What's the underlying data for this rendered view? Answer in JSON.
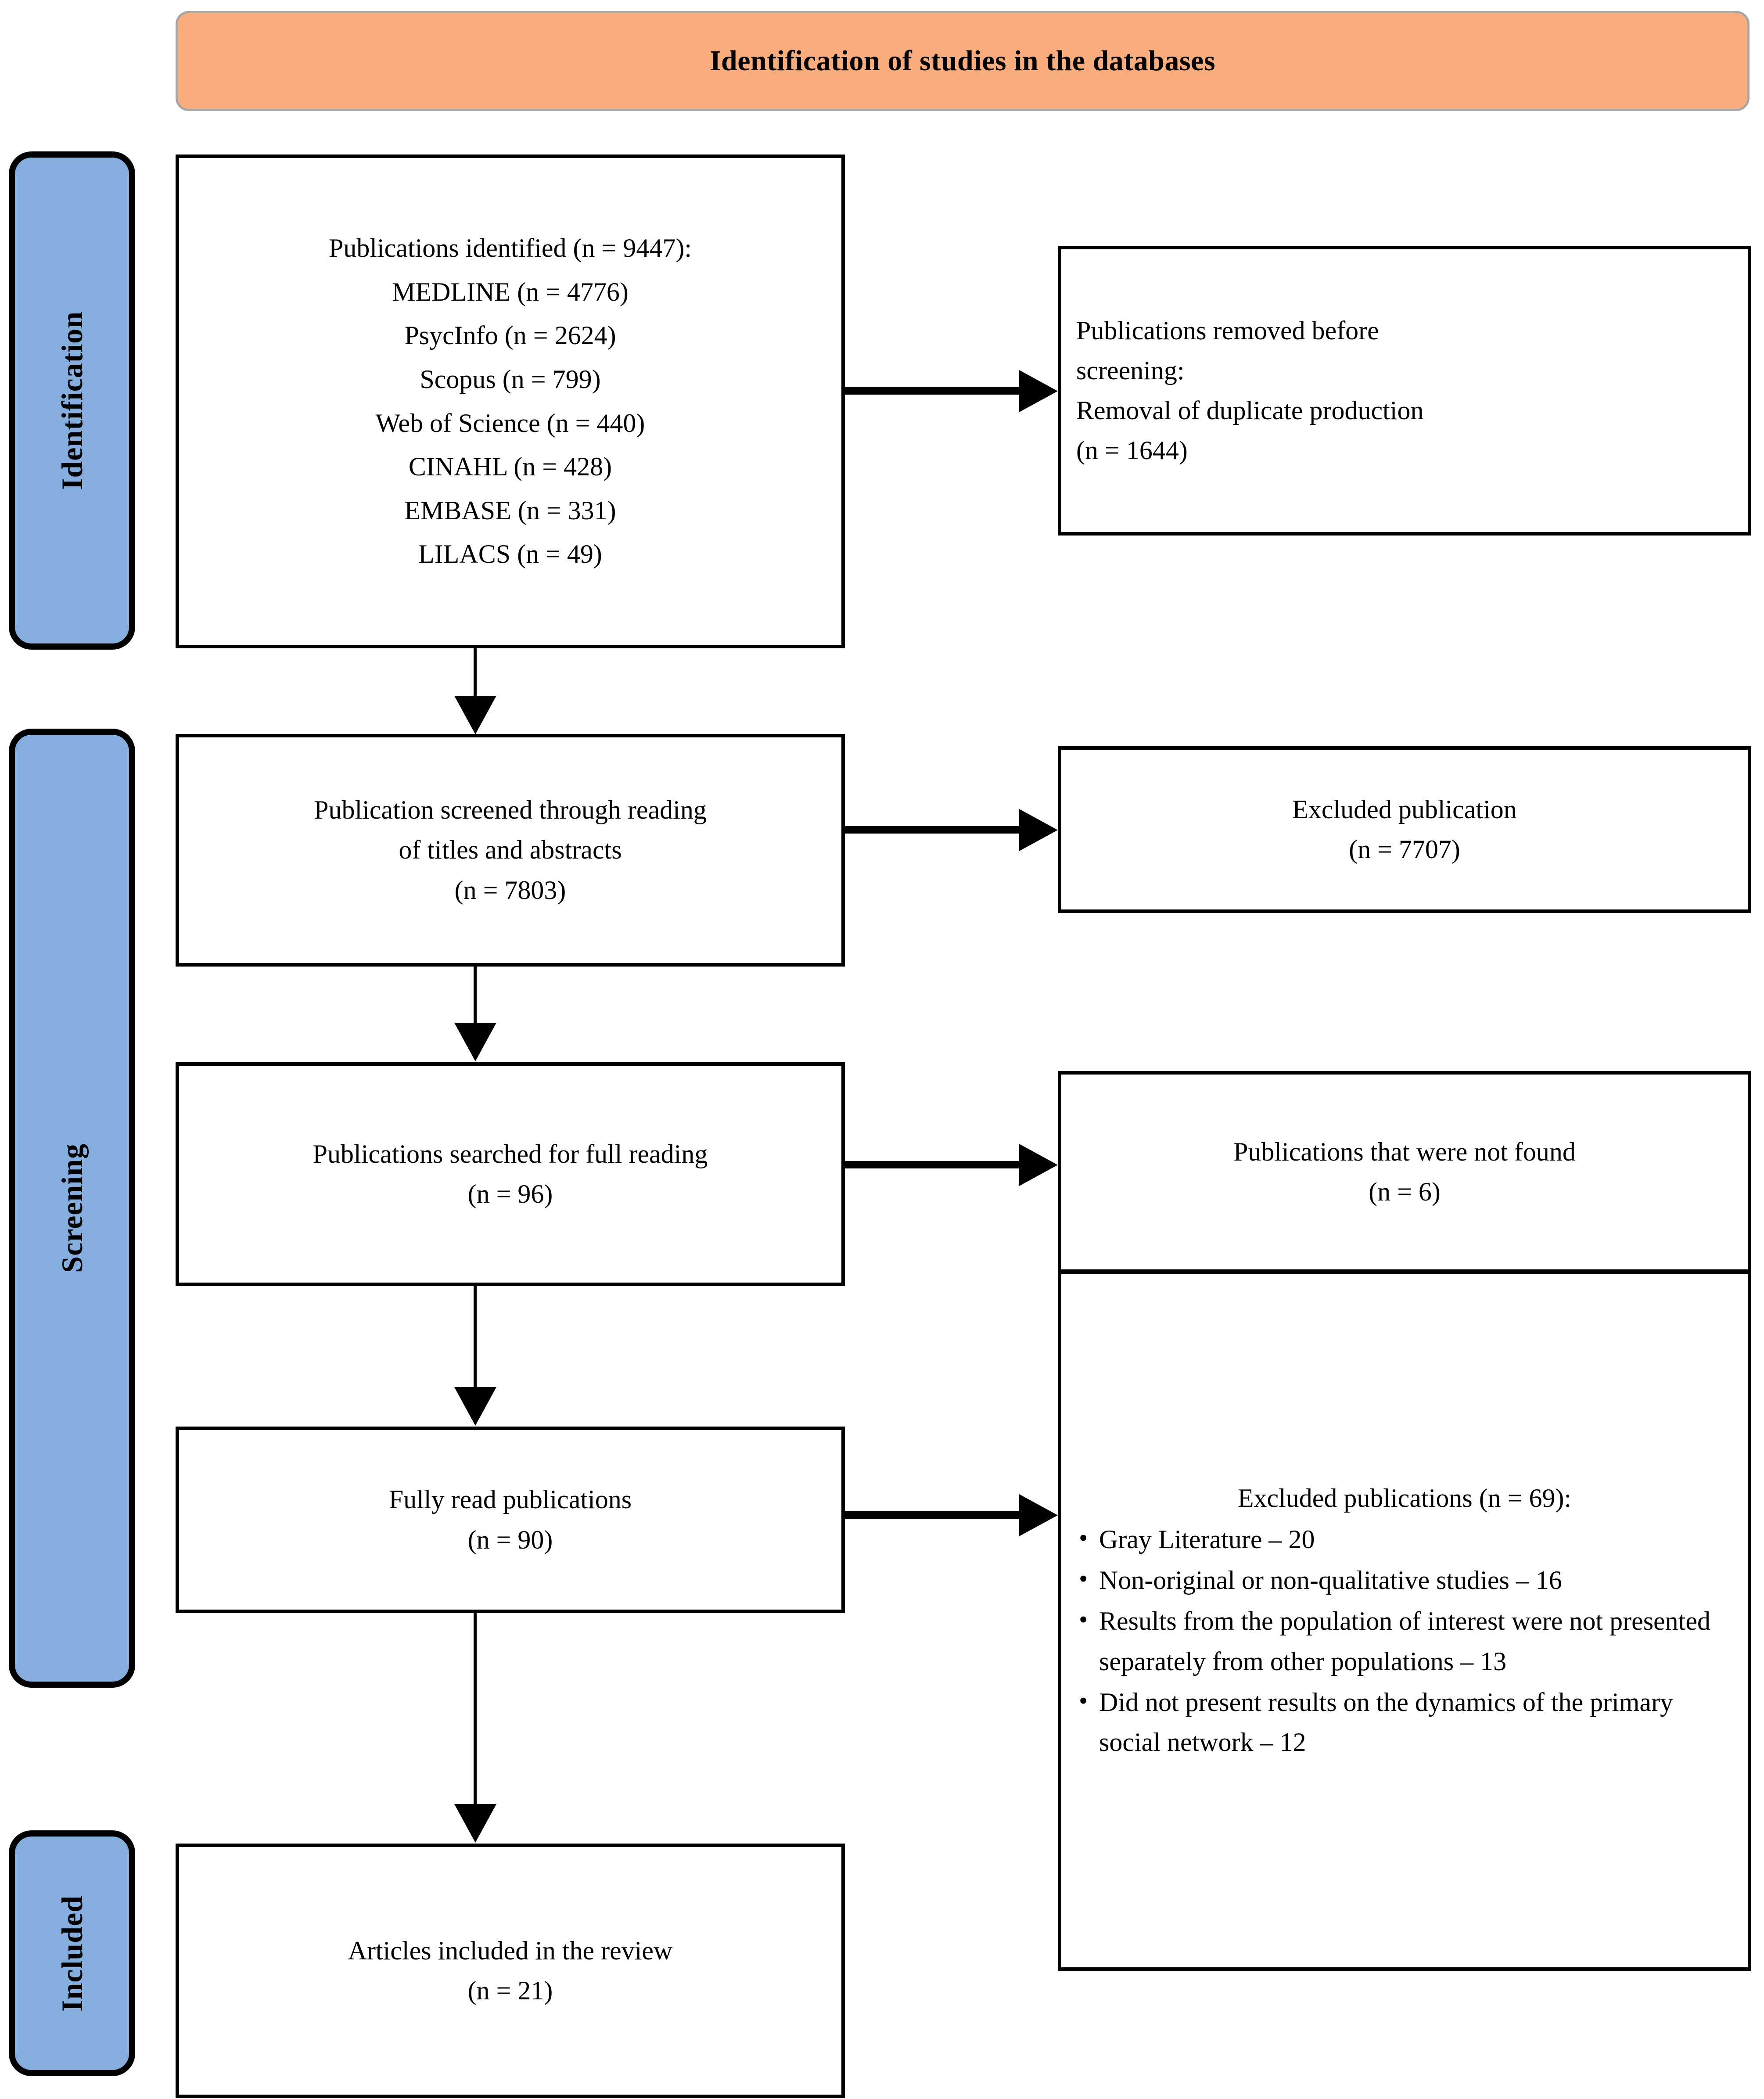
{
  "header": {
    "title": "Identification of studies in the databases",
    "bg_color": "#F9AC7C",
    "border_color": "#A6A6A6"
  },
  "stages": {
    "color": "#85AEDE",
    "identification": "Identification",
    "screening": "Screening",
    "included": "Included"
  },
  "nodes": {
    "identified": {
      "lines": [
        "Publications identified (n = 9447):",
        "MEDLINE (n = 4776)",
        "PsycInfo (n = 2624)",
        "Scopus (n = 799)",
        "Web of Science (n = 440)",
        "CINAHL (n = 428)",
        "EMBASE (n = 331)",
        "LILACS (n = 49)"
      ]
    },
    "removed": {
      "lines": [
        "Publications removed before",
        "screening:",
        "Removal of duplicate production",
        "(n = 1644)"
      ]
    },
    "screened": {
      "lines": [
        "Publication screened through reading",
        "of titles and abstracts",
        "(n = 7803)"
      ]
    },
    "excluded_screening": {
      "lines": [
        "Excluded publication",
        "(n = 7707)"
      ]
    },
    "full_reading": {
      "lines": [
        "Publications searched for full reading",
        "(n = 96)"
      ]
    },
    "not_found": {
      "lines": [
        "Publications that were not found",
        "(n = 6)"
      ]
    },
    "fully_read": {
      "lines": [
        "Fully read publications",
        "(n = 90)"
      ]
    },
    "excluded_full": {
      "heading": "Excluded publications (n = 69):",
      "bullets": [
        "Gray Literature – 20",
        "Non-original or non-qualitative studies – 16",
        "Results from the population of interest were not presented separately from other populations – 13",
        "Did not present results on the dynamics of the primary social network – 12"
      ]
    },
    "included": {
      "lines": [
        "Articles included in the review",
        "(n = 21)"
      ]
    }
  },
  "chart_data": {
    "type": "table",
    "title": "PRISMA flow diagram - Identification of studies in the databases",
    "stages": [
      "Identification",
      "Screening",
      "Included"
    ],
    "records_identified_total": 9447,
    "databases": [
      {
        "name": "MEDLINE",
        "n": 4776
      },
      {
        "name": "PsycInfo",
        "n": 2624
      },
      {
        "name": "Scopus",
        "n": 799
      },
      {
        "name": "Web of Science",
        "n": 440
      },
      {
        "name": "CINAHL",
        "n": 428
      },
      {
        "name": "EMBASE",
        "n": 331
      },
      {
        "name": "LILACS",
        "n": 49
      }
    ],
    "duplicates_removed": 1644,
    "screened_titles_abstracts": 7803,
    "excluded_after_screening": 7707,
    "sought_for_full_reading": 96,
    "not_found": 6,
    "fully_read": 90,
    "excluded_after_full_read_total": 69,
    "exclusion_reasons": [
      {
        "reason": "Gray Literature",
        "n": 20
      },
      {
        "reason": "Non-original or non-qualitative studies",
        "n": 16
      },
      {
        "reason": "Results from the population of interest were not presented separately from other populations",
        "n": 13
      },
      {
        "reason": "Did not present results on the dynamics of the primary social network",
        "n": 12
      }
    ],
    "included_in_review": 21
  }
}
